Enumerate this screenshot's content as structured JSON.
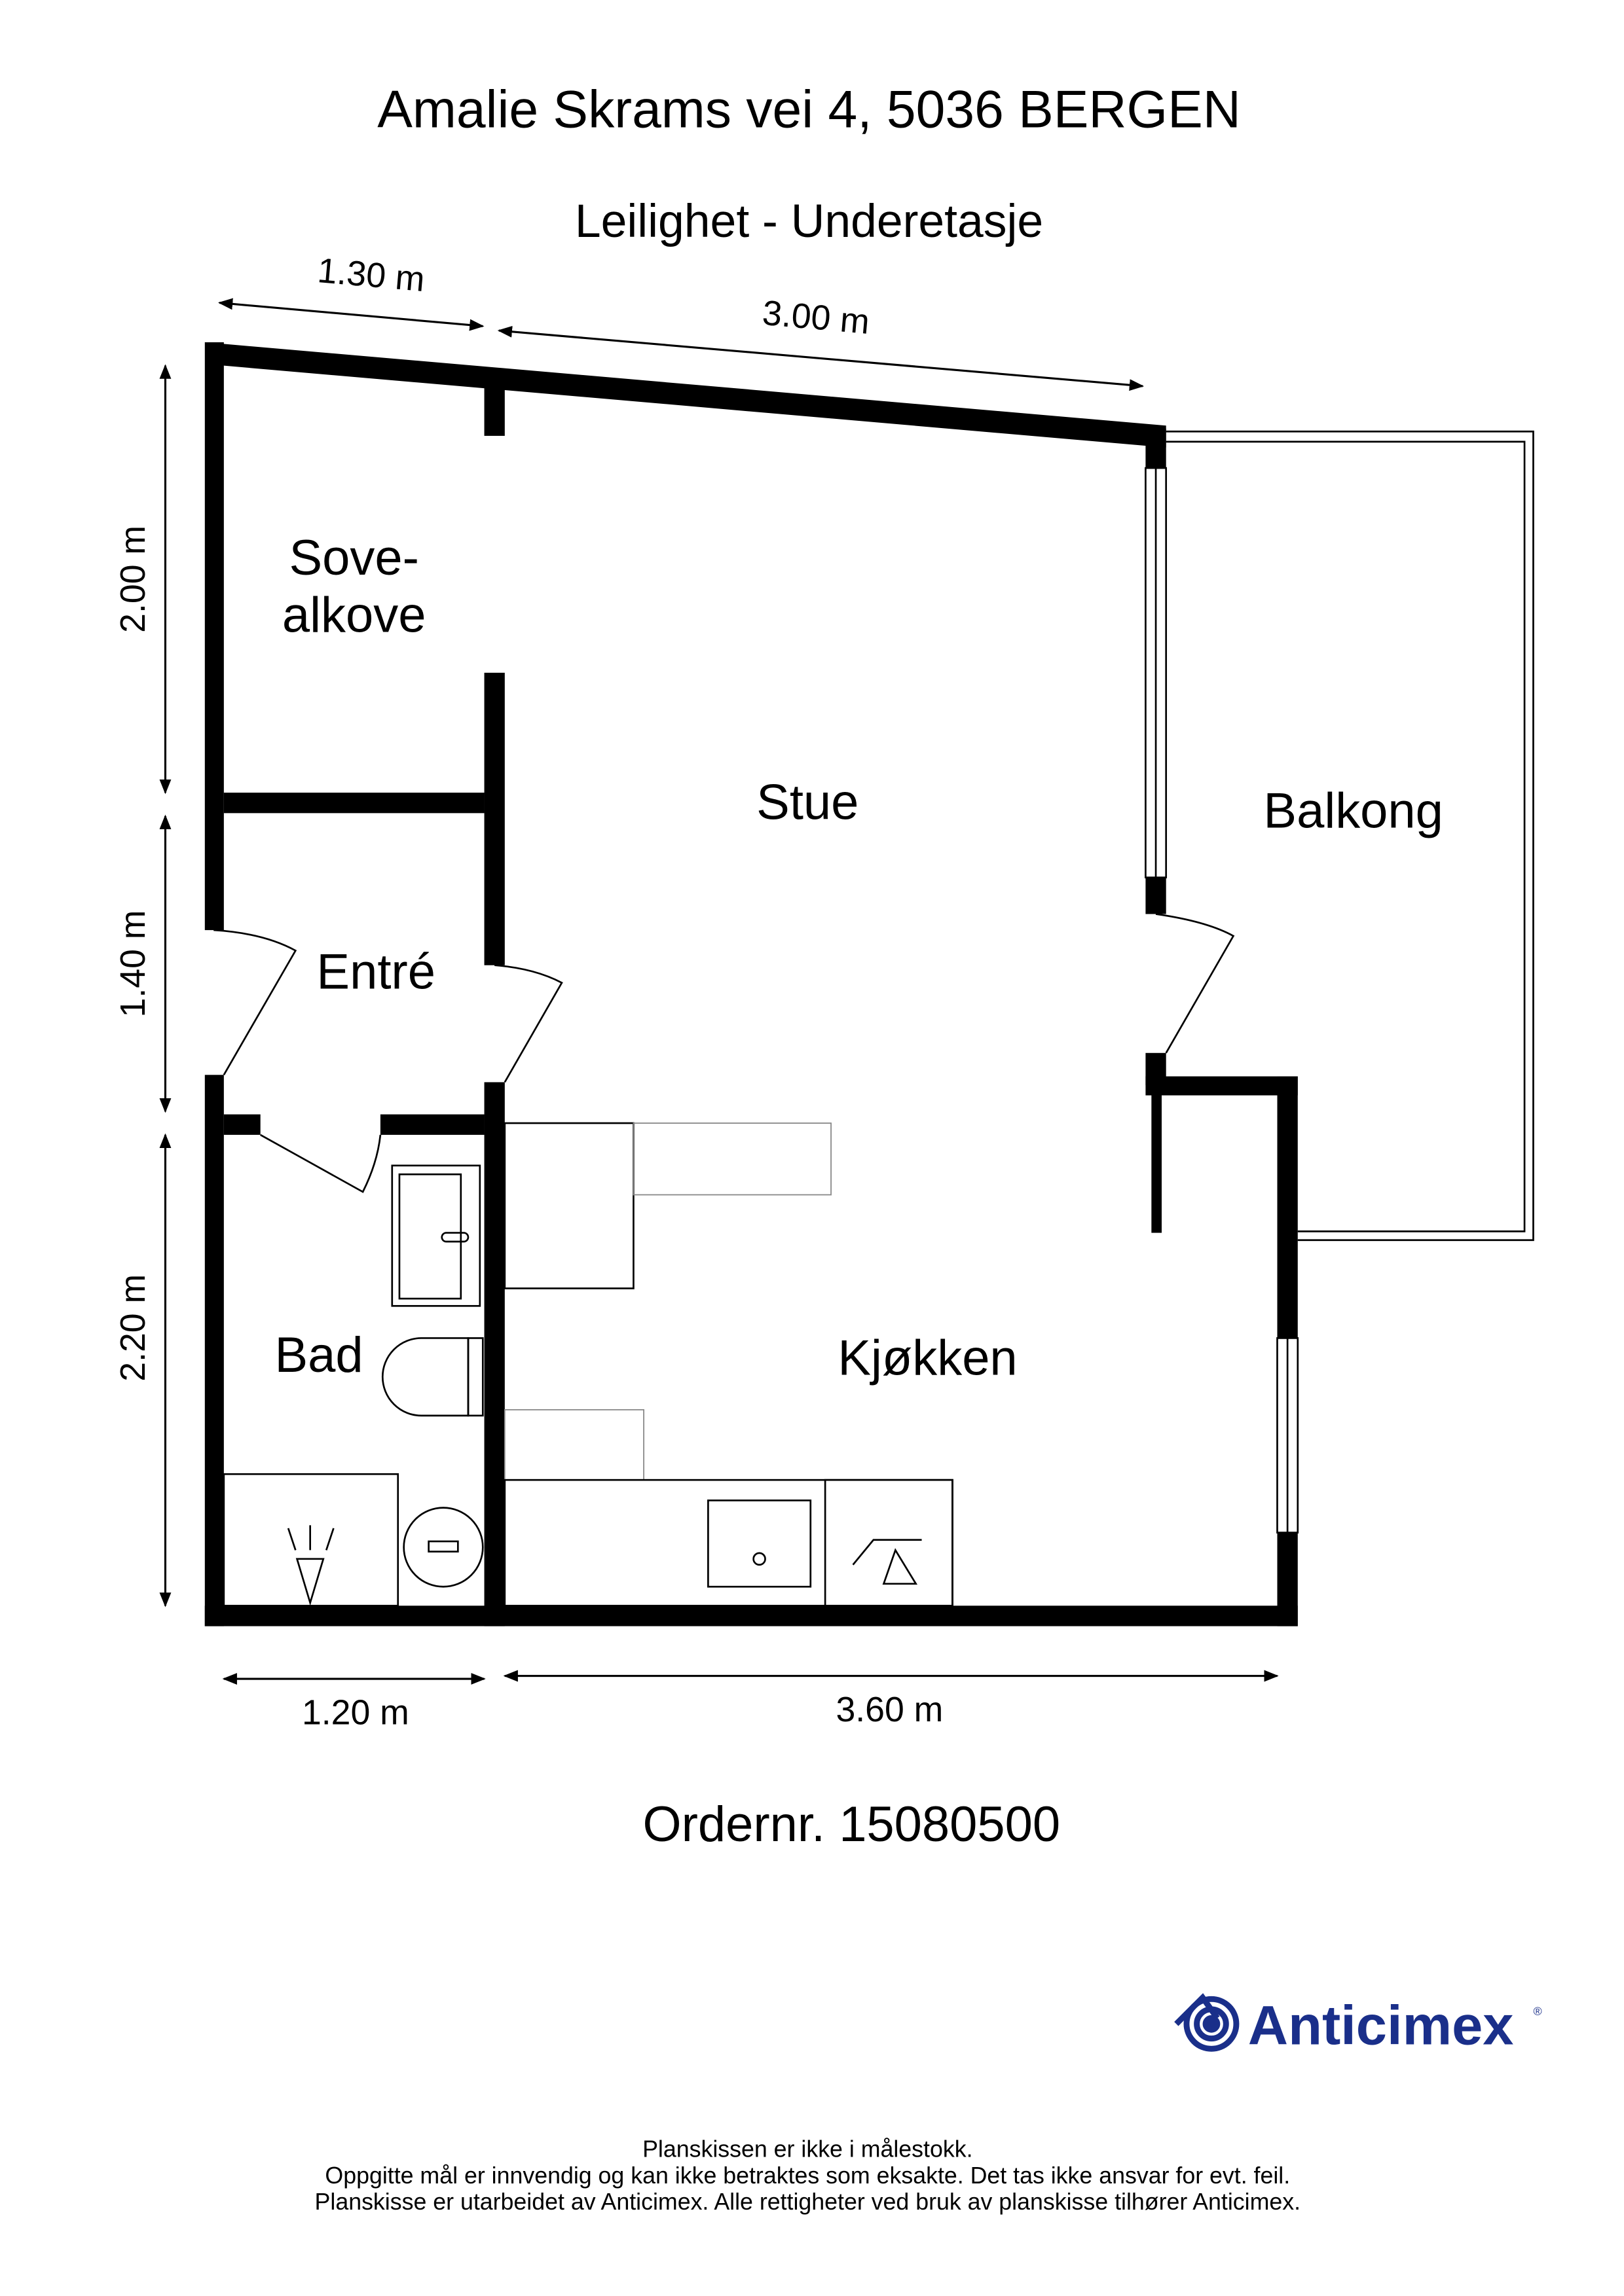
{
  "title": "Amalie Skrams vei 4, 5036 BERGEN",
  "subtitle": "Leilighet - Underetasje",
  "rooms": {
    "sove_line1": "Sove-",
    "sove_line2": "alkove",
    "stue": "Stue",
    "balkong": "Balkong",
    "entre": "Entré",
    "bad": "Bad",
    "kjokken": "Kjøkken"
  },
  "dimensions": {
    "top_left": "1.30 m",
    "top_right": "3.00 m",
    "left_top": "2.00 m",
    "left_mid": "1.40 m",
    "left_bottom": "2.20 m",
    "bottom_left": "1.20 m",
    "bottom_right": "3.60 m"
  },
  "order": "Ordernr. 15080500",
  "logo": {
    "text": "Anticimex",
    "color": "#1a2f8a"
  },
  "footer": [
    "Planskissen er ikke i målestokk.",
    "Oppgitte mål er innvendig og kan ikke betraktes som eksakte. Det tas ikke ansvar for evt. feil.",
    "Planskisse er utarbeidet av Anticimex. Alle rettigheter ved bruk av planskisse tilhører Anticimex."
  ]
}
